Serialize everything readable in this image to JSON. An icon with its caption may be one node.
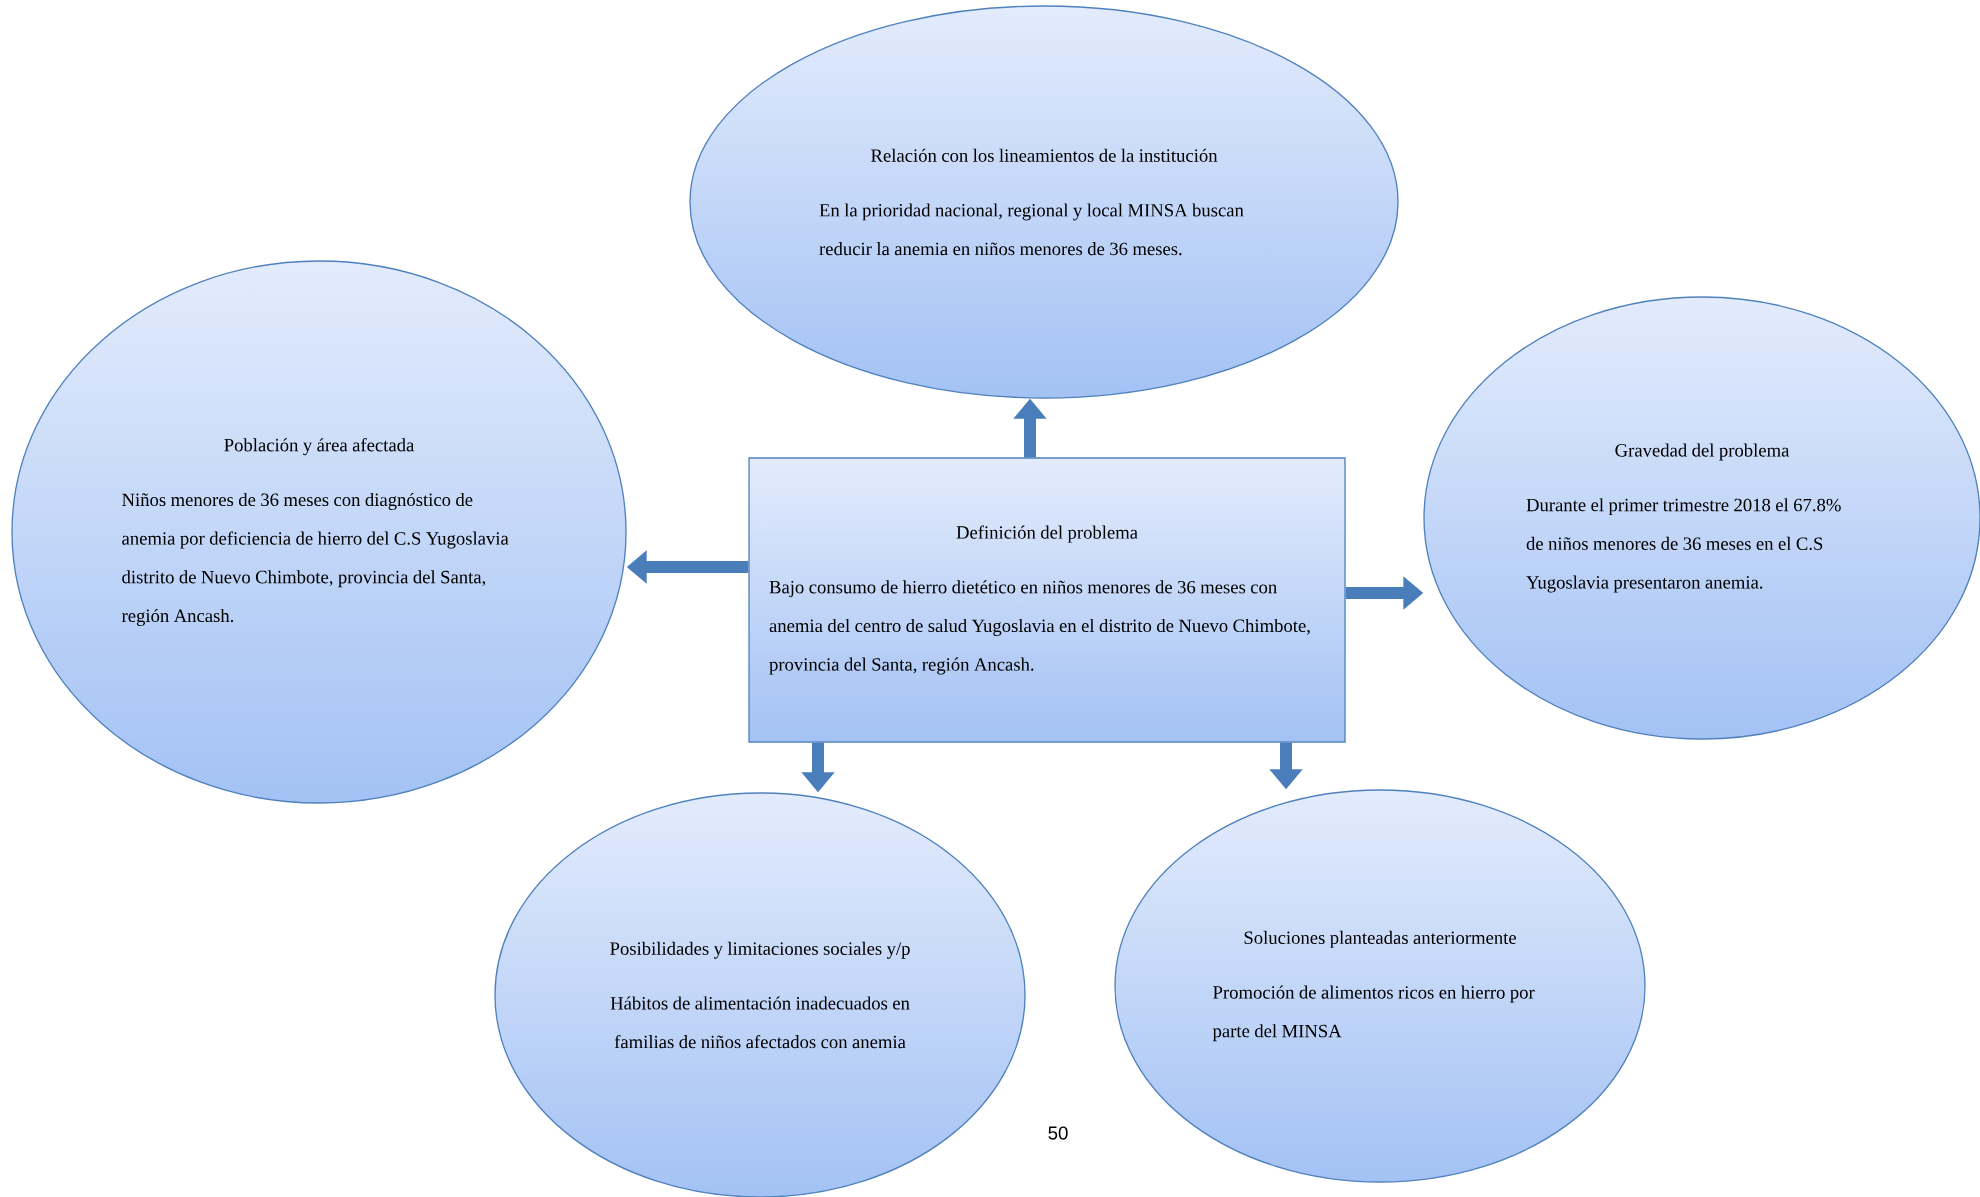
{
  "diagram": {
    "nodes": [
      {
        "text": [
          "Relación con los lineamientos de la institución",
          "En la prioridad nacional, regional y local MINSA buscan reducir la anemia en niños menores de 36 meses."
        ]
      },
      {
        "text": [
          "Población y área afectada",
          "Niños menores de 36 meses con diagnóstico de anemia por deficiencia de hierro del C.S Yugoslavia distrito de Nuevo Chimbote, provincia del Santa, región Ancash."
        ]
      },
      {
        "text": [
          "Definición del problema",
          "Bajo consumo de hierro dietético en niños menores de 36 meses con anemia del centro de salud Yugoslavia en el distrito de Nuevo Chimbote, provincia del Santa, región Ancash."
        ]
      },
      {
        "text": [
          "Gravedad del problema",
          "Durante el primer trimestre 2018 el 67.8% de niños menores de 36 meses en el C.S Yugoslavia presentaron anemia."
        ]
      },
      {
        "text": [
          "Posibilidades y limitaciones sociales y/p",
          "Hábitos de alimentación inadecuados en familias de niños afectados con anemia"
        ]
      },
      {
        "text": [
          "Soluciones planteadas anteriormente",
          "Promoción de alimentos ricos en hierro por parte del MINSA"
        ]
      }
    ],
    "edges": [
      {
        "from": 2,
        "to": 0,
        "arrow": "to"
      },
      {
        "from": 2,
        "to": 1,
        "arrow": "to"
      },
      {
        "from": 2,
        "to": 3,
        "arrow": "to"
      },
      {
        "from": 2,
        "to": 4,
        "arrow": "to"
      },
      {
        "from": 2,
        "to": 5,
        "arrow": "to"
      }
    ],
    "labels": [
      "50"
    ]
  }
}
